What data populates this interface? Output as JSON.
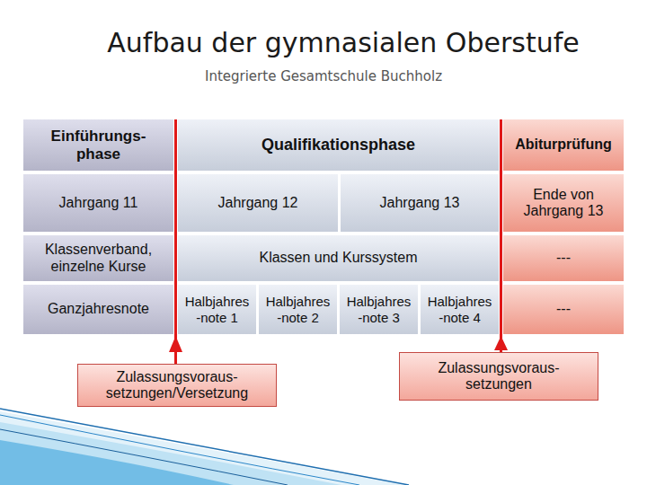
{
  "diagram": {
    "title": "Aufbau der gymnasialen Oberstufe",
    "nodes": [
      {
        "text": [
          "Einführungs- phase"
        ]
      },
      {
        "text": [
          "Qualifikationsphase"
        ]
      },
      {
        "text": [
          "Abiturprüfung"
        ]
      },
      {
        "text": [
          "Jahrgang 11"
        ]
      },
      {
        "text": [
          "Jahrgang 12"
        ]
      },
      {
        "text": [
          "Jahrgang 13"
        ]
      },
      {
        "text": [
          "Ende von Jahrgang 13"
        ]
      },
      {
        "text": [
          "Klassenverband, einzelne Kurse"
        ]
      },
      {
        "text": [
          "Klassen und Kurssystem"
        ]
      },
      {
        "text": [
          "---"
        ]
      },
      {
        "text": [
          "Ganzjahresnote"
        ]
      },
      {
        "text": [
          "Halbjahres -note 1"
        ]
      },
      {
        "text": [
          "Halbjahres -note 2"
        ]
      },
      {
        "text": [
          "Halbjahres -note 3"
        ]
      },
      {
        "text": [
          "Halbjahres -note 4"
        ]
      },
      {
        "text": [
          "---"
        ]
      },
      {
        "text": [
          "Zulassungsvoraus- setzungen/Versetzung"
        ]
      },
      {
        "text": [
          "Zulassungsvoraus- setzungen"
        ]
      }
    ],
    "labels": [
      "Integrierte Gesamtschule Buchholz"
    ]
  }
}
